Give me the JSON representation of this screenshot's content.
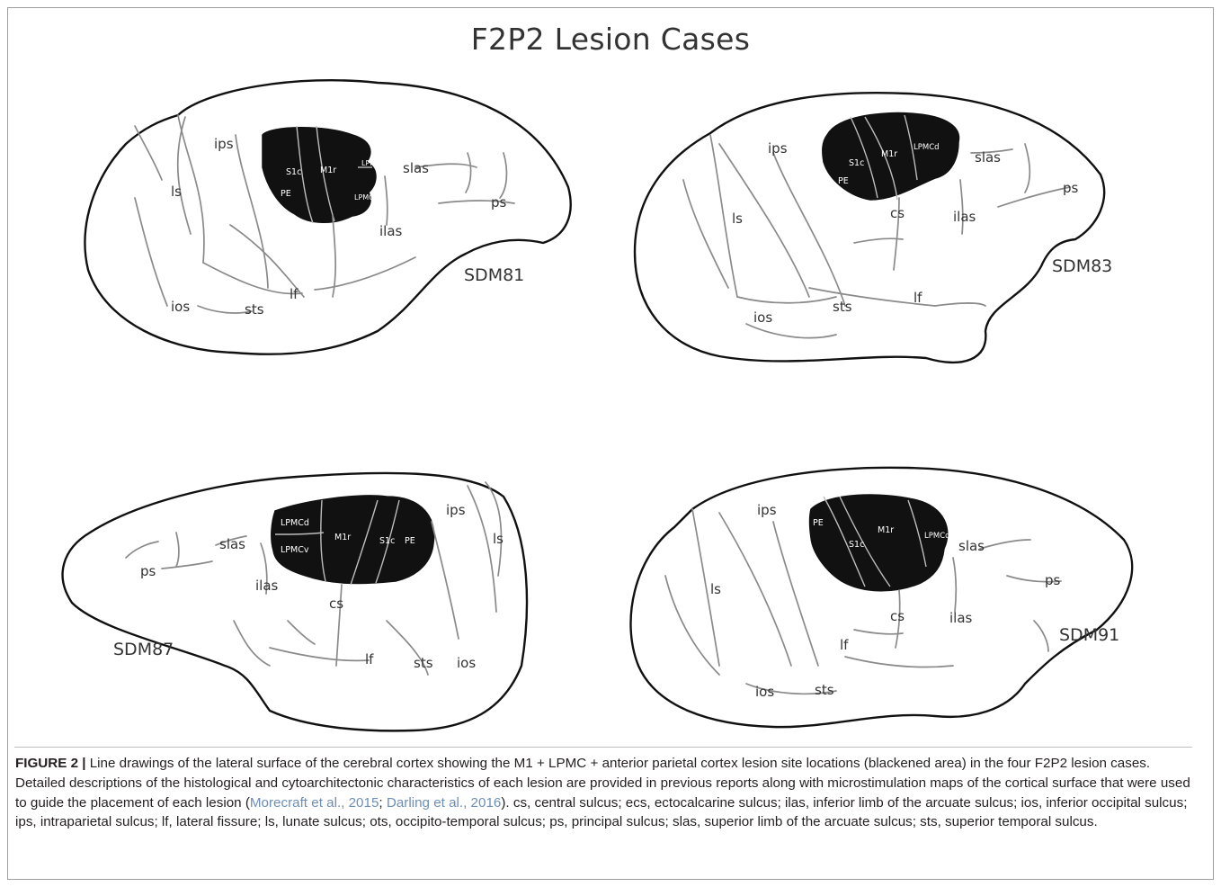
{
  "figure": {
    "title": "F2P2 Lesion Cases",
    "cases": [
      {
        "id": "SDM81",
        "sulci": [
          "ips",
          "ls",
          "ios",
          "sts",
          "lf",
          "ilas",
          "slas",
          "ps"
        ],
        "lesion_regions": [
          "PE",
          "S1c",
          "M1r",
          "LPMCd",
          "LPMCv"
        ]
      },
      {
        "id": "SDM83",
        "sulci": [
          "ips",
          "ls",
          "ios",
          "sts",
          "lf",
          "cs",
          "ilas",
          "slas",
          "ps"
        ],
        "lesion_regions": [
          "PE",
          "S1c",
          "M1r",
          "LPMCd"
        ]
      },
      {
        "id": "SDM87",
        "sulci": [
          "ps",
          "slas",
          "ilas",
          "cs",
          "lf",
          "sts",
          "ios",
          "ips",
          "ls"
        ],
        "lesion_regions": [
          "LPMCd",
          "LPMCv",
          "M1r",
          "S1c",
          "PE"
        ]
      },
      {
        "id": "SDM91",
        "sulci": [
          "ips",
          "ls",
          "ios",
          "sts",
          "lf",
          "cs",
          "ilas",
          "slas",
          "ps"
        ],
        "lesion_regions": [
          "PE",
          "S1c",
          "M1r",
          "LPMCd"
        ]
      }
    ]
  },
  "caption": {
    "label": "FIGURE 2 |",
    "text_1": " Line drawings of the lateral surface of the cerebral cortex showing the M1 + LPMC + anterior parietal cortex lesion site locations (blackened area) in the four F2P2 lesion cases. Detailed descriptions of the histological and cytoarchitectonic characteristics of each lesion are provided in previous reports along with microstimulation maps of the cortical surface that were used to guide the placement of each lesion (",
    "ref_1": "Morecraft et al., 2015",
    "sep": "; ",
    "ref_2": "Darling et al., 2016",
    "text_2": "). cs, central sulcus; ecs, ectocalcarine sulcus; ilas, inferior limb of the arcuate sulcus; ios, inferior occipital sulcus; ips, intraparietal sulcus; lf, lateral fissure; ls, lunate sulcus; ots, occipito-temporal sulcus; ps, principal sulcus; slas, superior limb of the arcuate sulcus; sts, superior temporal sulcus."
  }
}
